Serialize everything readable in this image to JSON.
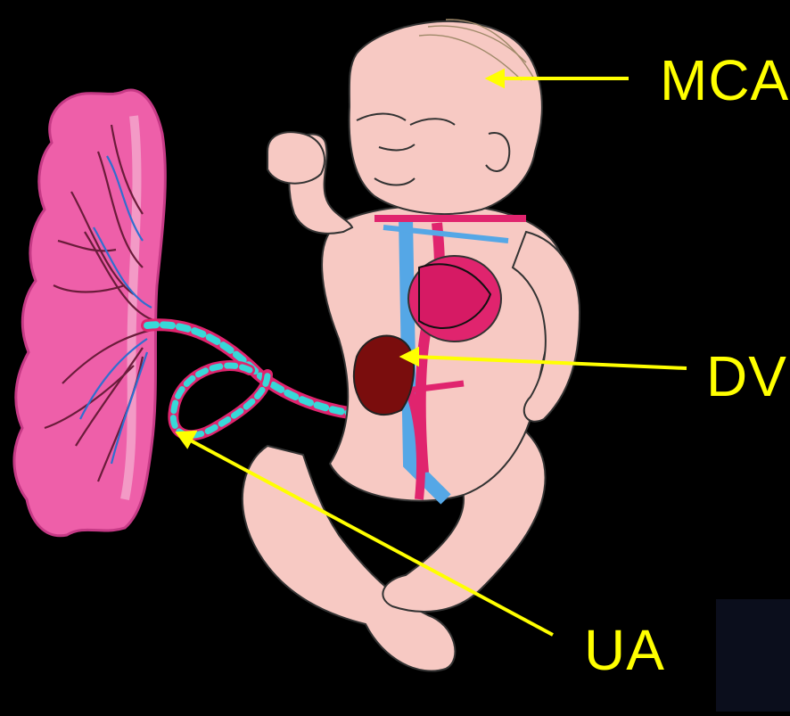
{
  "labels": {
    "mca": "MCA",
    "dv": "DV",
    "ua": "UA"
  },
  "colors": {
    "background": "#000000",
    "label": "#ffff00",
    "arrow": "#ffff00",
    "skin": "#f7c9c3",
    "placenta": "#ee5fa9",
    "artery": "#e0246e",
    "vein": "#55a7e6",
    "cord_wrap": "#38d8d8",
    "liver": "#7a0d0d"
  }
}
